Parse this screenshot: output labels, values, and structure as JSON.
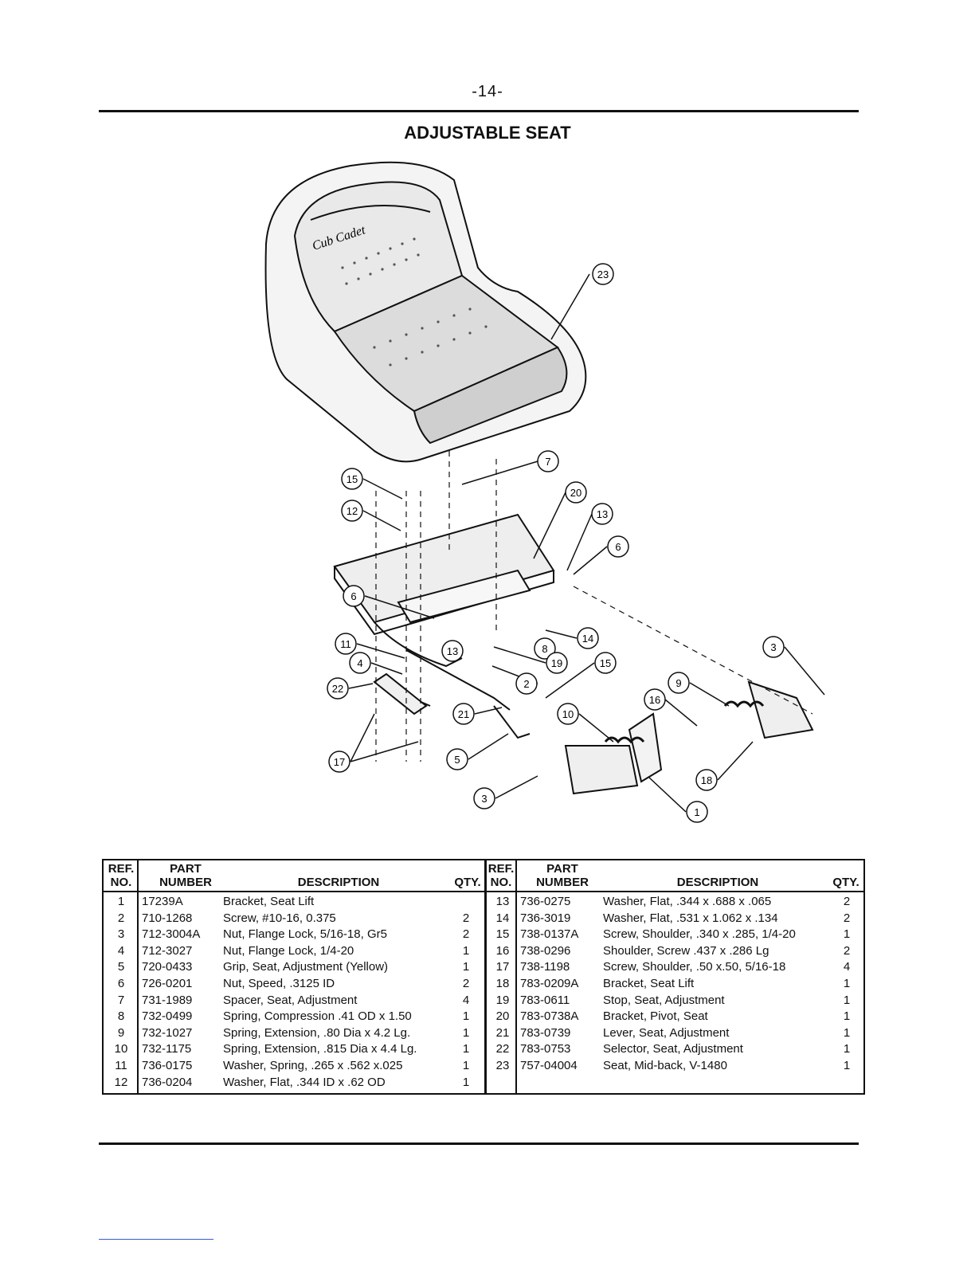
{
  "page": {
    "number": "-14-",
    "title": "ADJUSTABLE SEAT"
  },
  "diagram": {
    "logo_text": "Cub Cadet",
    "callouts": [
      "23",
      "7",
      "20",
      "13",
      "6",
      "15",
      "12",
      "6",
      "14",
      "8",
      "19",
      "11",
      "13",
      "4",
      "15",
      "22",
      "2",
      "21",
      "17",
      "5",
      "3",
      "9",
      "16",
      "10",
      "18",
      "3",
      "1"
    ]
  },
  "table": {
    "headers": {
      "ref": "REF. NO.",
      "ref_line1": "REF.",
      "ref_line2": "NO.",
      "part_line1": "PART",
      "part_line2": "NUMBER",
      "desc": "DESCRIPTION",
      "qty": "QTY."
    },
    "left_rows": [
      {
        "ref": "1",
        "part": "17239A",
        "desc": "Bracket, Seat Lift",
        "qty": ""
      },
      {
        "ref": "2",
        "part": "710-1268",
        "desc": "Screw, #10-16, 0.375",
        "qty": "2"
      },
      {
        "ref": "3",
        "part": "712-3004A",
        "desc": "Nut, Flange Lock, 5/16-18, Gr5",
        "qty": "2"
      },
      {
        "ref": "4",
        "part": "712-3027",
        "desc": "Nut, Flange Lock, 1/4-20",
        "qty": "1"
      },
      {
        "ref": "5",
        "part": "720-0433",
        "desc": "Grip, Seat, Adjustment (Yellow)",
        "qty": "1"
      },
      {
        "ref": "6",
        "part": "726-0201",
        "desc": "Nut, Speed, .3125 ID",
        "qty": "2"
      },
      {
        "ref": "7",
        "part": "731-1989",
        "desc": "Spacer, Seat, Adjustment",
        "qty": "4"
      },
      {
        "ref": "8",
        "part": "732-0499",
        "desc": "Spring, Compression .41 OD x 1.50",
        "qty": "1"
      },
      {
        "ref": "9",
        "part": "732-1027",
        "desc": "Spring, Extension, .80 Dia x 4.2 Lg.",
        "qty": "1"
      },
      {
        "ref": "10",
        "part": "732-1175",
        "desc": "Spring, Extension, .815 Dia x 4.4 Lg.",
        "qty": "1"
      },
      {
        "ref": "11",
        "part": "736-0175",
        "desc": "Washer, Spring, .265 x .562 x.025",
        "qty": "1"
      },
      {
        "ref": "12",
        "part": "736-0204",
        "desc": "Washer, Flat, .344 ID x .62 OD",
        "qty": "1"
      }
    ],
    "right_rows": [
      {
        "ref": "13",
        "part": "736-0275",
        "desc": "Washer, Flat, .344 x .688 x .065",
        "qty": "2"
      },
      {
        "ref": "14",
        "part": "736-3019",
        "desc": "Washer, Flat, .531 x 1.062 x .134",
        "qty": "2"
      },
      {
        "ref": "15",
        "part": "738-0137A",
        "desc": "Screw, Shoulder, .340 x .285, 1/4-20",
        "qty": "1"
      },
      {
        "ref": "16",
        "part": "738-0296",
        "desc": "Shoulder, Screw .437 x .286 Lg",
        "qty": "2"
      },
      {
        "ref": "17",
        "part": "738-1198",
        "desc": "Screw, Shoulder, .50 x.50, 5/16-18",
        "qty": "4"
      },
      {
        "ref": "18",
        "part": "783-0209A",
        "desc": "Bracket, Seat Lift",
        "qty": "1"
      },
      {
        "ref": "19",
        "part": "783-0611",
        "desc": "Stop, Seat, Adjustment",
        "qty": "1"
      },
      {
        "ref": "20",
        "part": "783-0738A",
        "desc": "Bracket, Pivot, Seat",
        "qty": "1"
      },
      {
        "ref": "21",
        "part": "783-0739",
        "desc": "Lever, Seat, Adjustment",
        "qty": "1"
      },
      {
        "ref": "22",
        "part": "783-0753",
        "desc": "Selector, Seat, Adjustment",
        "qty": "1"
      },
      {
        "ref": "23",
        "part": "757-04004",
        "desc": "Seat, Mid-back, V-1480",
        "qty": "1"
      }
    ]
  }
}
